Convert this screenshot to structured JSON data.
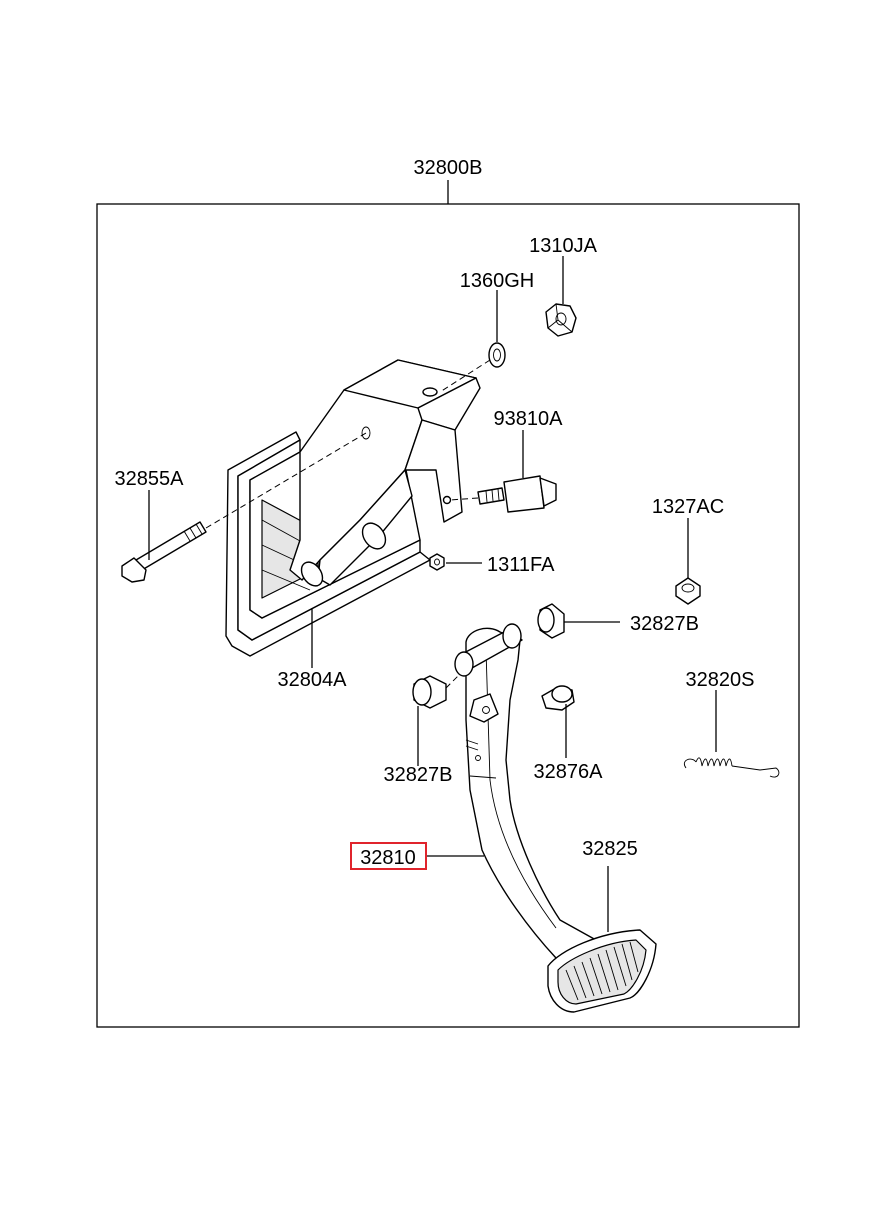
{
  "assembly_label": "32800B",
  "labels": {
    "nut_top": "1310JA",
    "washer": "1360GH",
    "switch": "93810A",
    "bolt": "32855A",
    "nut_small": "1311FA",
    "nut_right": "1327AC",
    "bushing_right": "32827B",
    "bracket": "32804A",
    "spring": "32820S",
    "bushing_left": "32827B",
    "stopper": "32876A",
    "pedal_arm": "32810",
    "pedal_pad": "32825"
  },
  "highlighted_part": "32810",
  "colors": {
    "highlight": "#e0242c",
    "line": "#000000"
  }
}
